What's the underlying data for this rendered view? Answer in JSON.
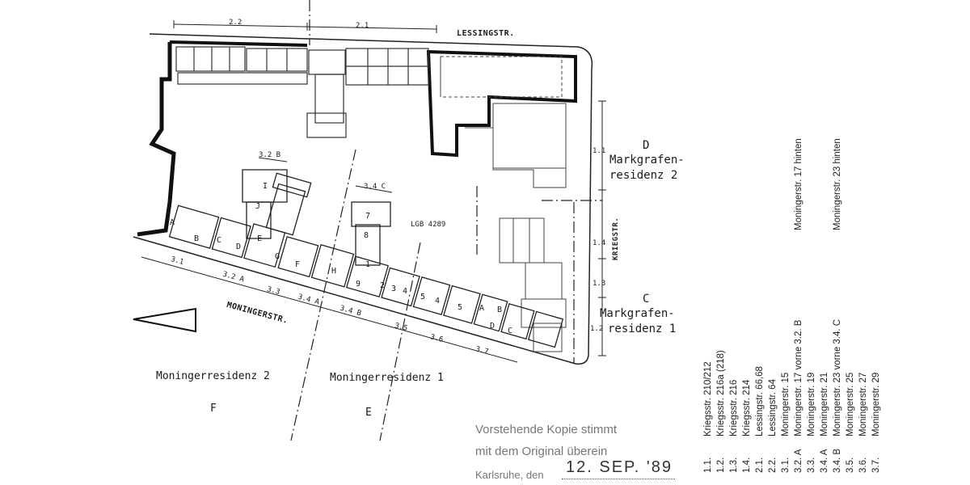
{
  "streets": {
    "north": "LESSINGSTR.",
    "south": "MONINGERSTR.",
    "east": "KRIEGSTR."
  },
  "plot_id": "LGB 4289",
  "residences": {
    "d_letter": "D",
    "d_line1": "Markgrafen-",
    "d_line2": "residenz 2",
    "c_letter": "C",
    "c_line1": "Markgrafen-",
    "c_line2": "residenz 1",
    "moninger2": "Moningerresidenz 2",
    "moninger1": "Moningerresidenz 1",
    "f_letter": "F",
    "e_letter": "E"
  },
  "dimensions": {
    "top_1": "2.2",
    "top_2": "2.1",
    "right_1": "1.1",
    "right_2": "1.4",
    "right_3": "1.3",
    "right_4": "1.2",
    "bottom_1": "3.1",
    "bottom_2": "3.2 A",
    "bottom_3": "3.3",
    "bottom_4": "3.4 A",
    "bottom_5": "3.4 B",
    "bottom_6": "3.5",
    "bottom_7": "3.6",
    "bottom_8": "3.7",
    "inner_1": "3.2 B",
    "inner_2": "3.4 C"
  },
  "unit_letters": [
    "A",
    "B",
    "C",
    "D",
    "E",
    "F",
    "G",
    "H",
    "I",
    "J",
    "7",
    "8",
    "9",
    "1",
    "2",
    "3",
    "4",
    "5",
    "4",
    "5",
    "A",
    "B",
    "C",
    "D"
  ],
  "stamp": {
    "line1": "Vorstehende Kopie stimmt",
    "line2": "mit dem Original überein",
    "line3_prefix": "Karlsruhe, den",
    "line3_date": "12. SEP. '89"
  },
  "legend": [
    {
      "code": "1.1.",
      "address": "Kriegsstr. 210/212"
    },
    {
      "code": "1.2.",
      "address": "Kriegsstr. 216a (218)"
    },
    {
      "code": "1.3.",
      "address": "Kriegsstr. 216"
    },
    {
      "code": "1.4.",
      "address": "Kriegsstr. 214"
    },
    {
      "code": "2.1.",
      "address": "Lessingstr. 66,68"
    },
    {
      "code": "2.2.",
      "address": "Lessingstr. 64"
    },
    {
      "code": "3.1.",
      "address": "Moningerstr. 15"
    },
    {
      "code": "3.2. A",
      "address": "Moningerstr. 17 vorne  3.2. B"
    },
    {
      "code": "3.3.",
      "address": "Moningerstr. 19"
    },
    {
      "code": "3.4. A",
      "address": "Moningerstr. 21"
    },
    {
      "code": "3.4. B",
      "address": "Moningerstr. 23 vorne  3.4. C"
    },
    {
      "code": "3.5.",
      "address": "Moningerstr. 25"
    },
    {
      "code": "3.6.",
      "address": "Moningerstr. 27"
    },
    {
      "code": "3.7.",
      "address": "Moningerstr. 29"
    }
  ],
  "legend_extra": {
    "hinten_32": "Moningerstr. 17 hinten",
    "hinten_34": "Moningerstr. 23 hinten"
  }
}
